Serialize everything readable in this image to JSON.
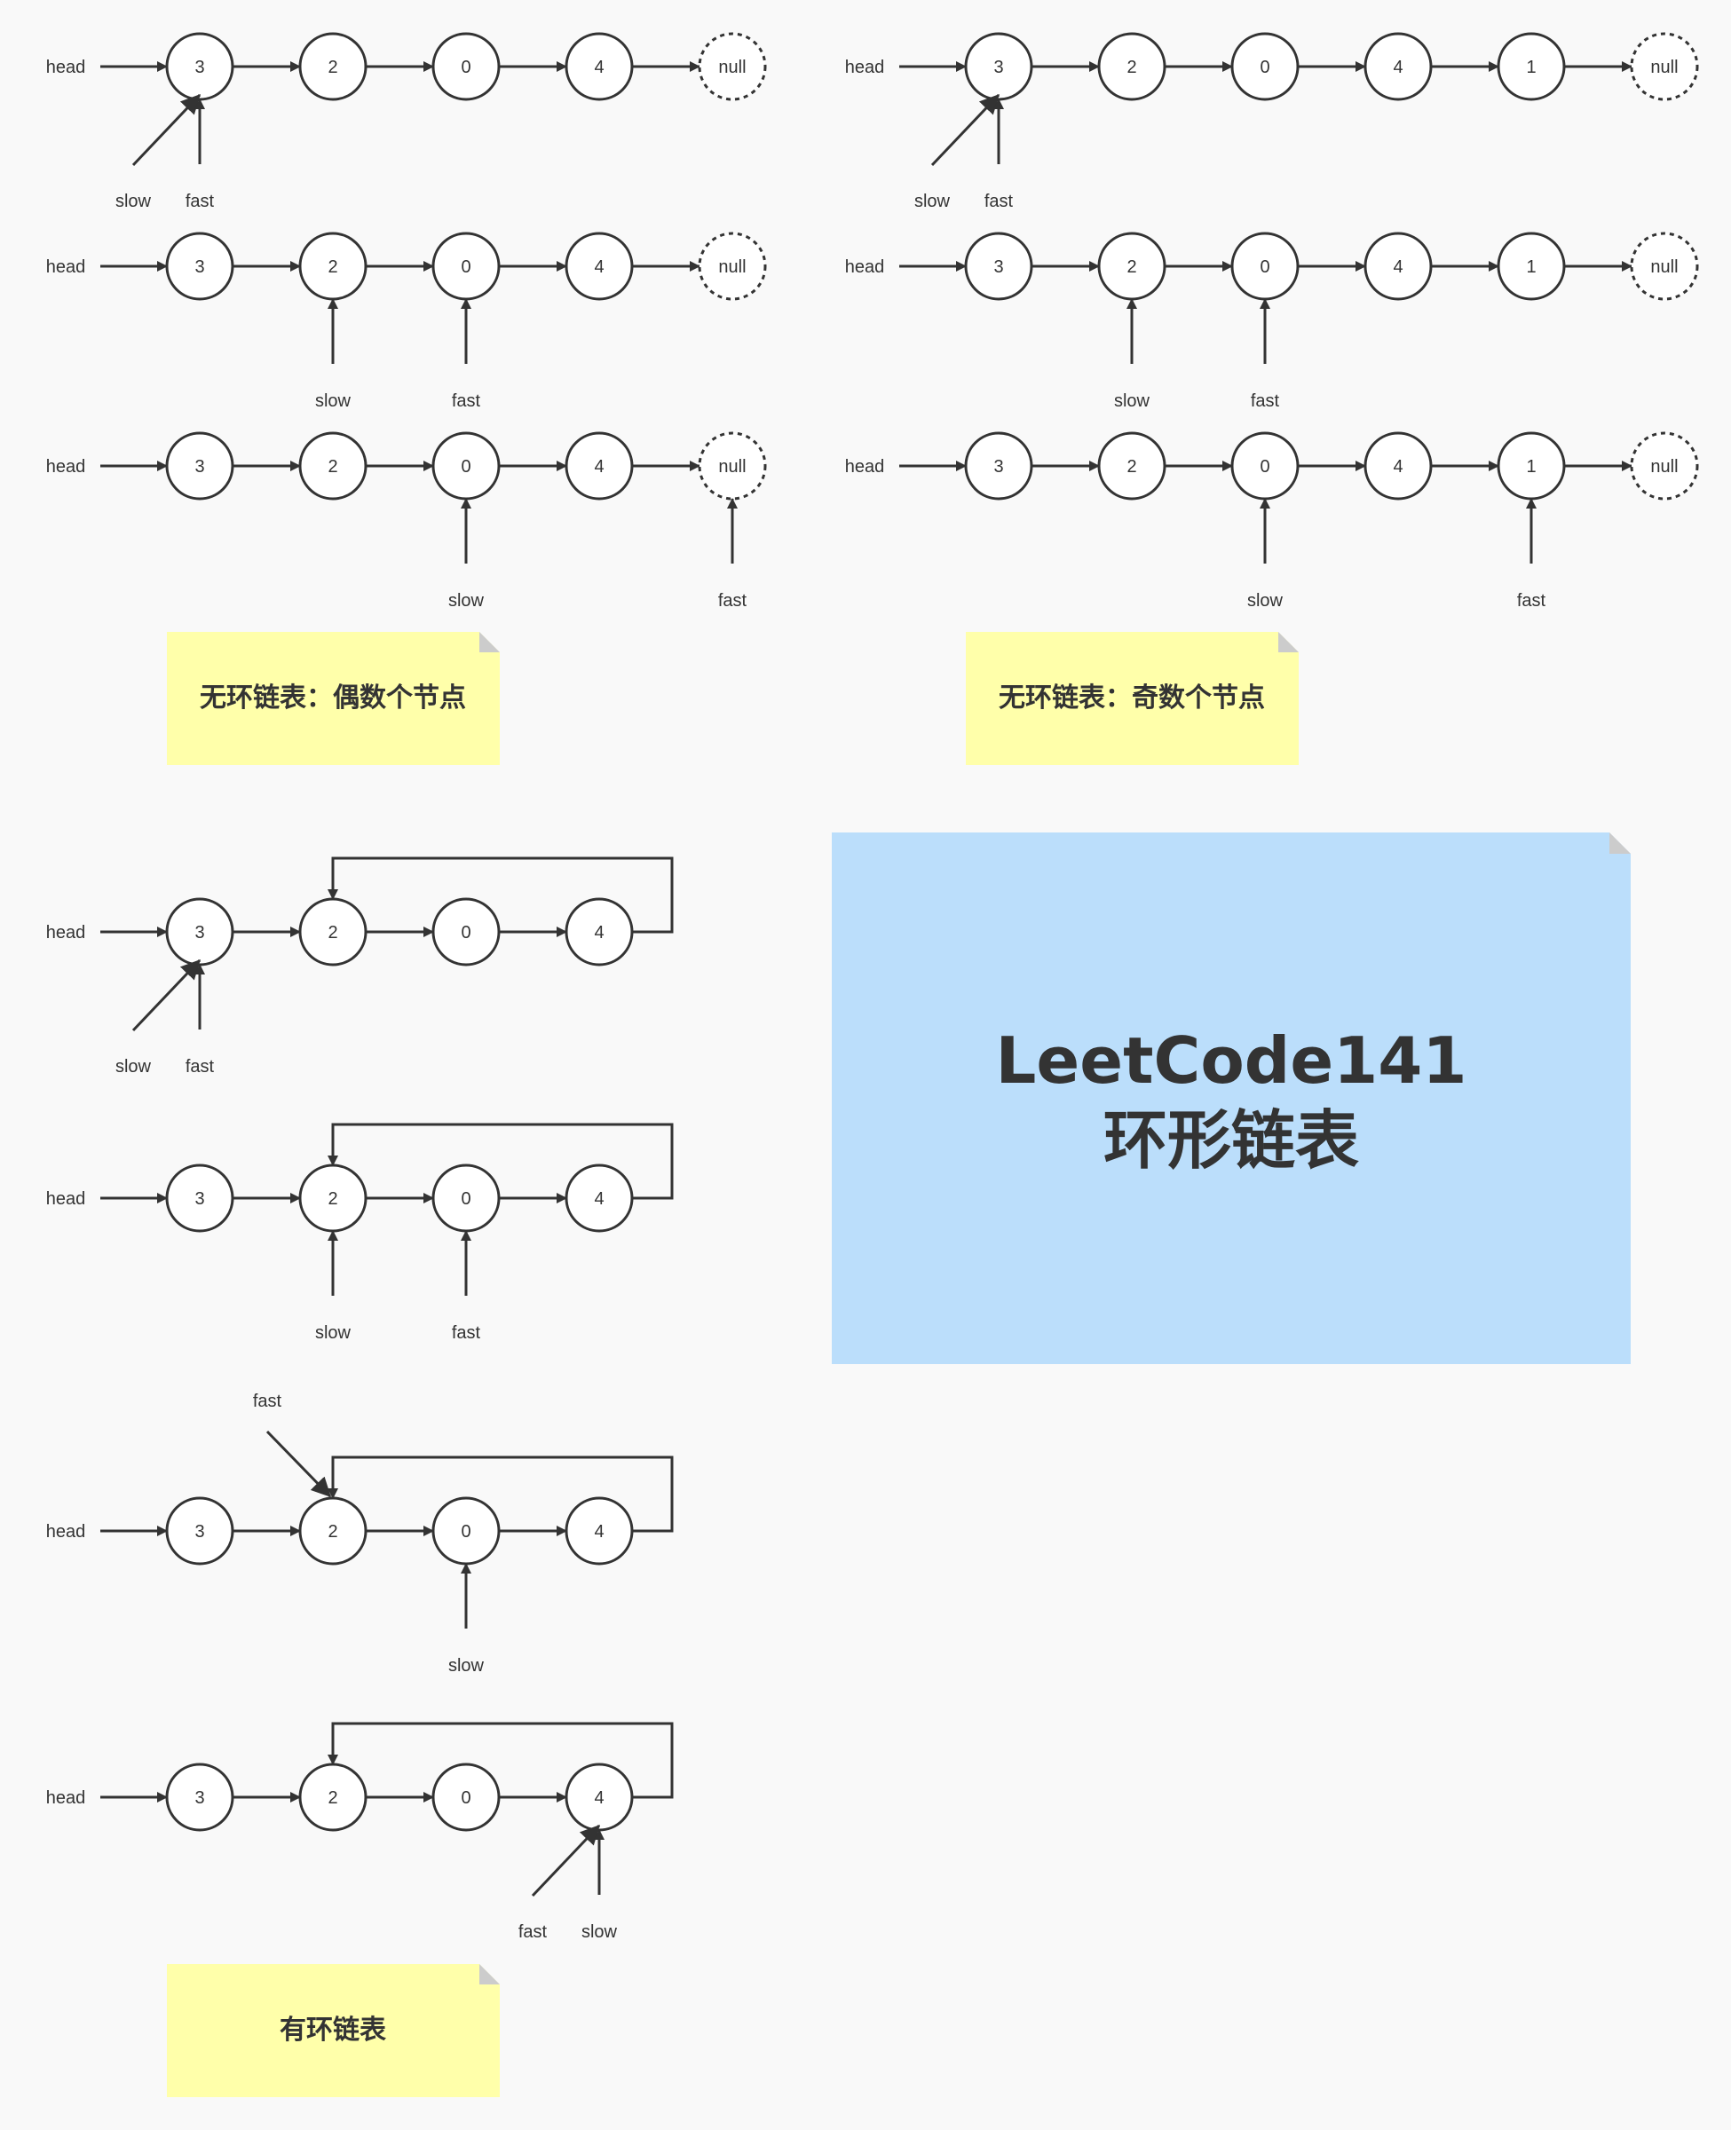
{
  "labels": {
    "head": "head",
    "slow": "slow",
    "fast": "fast",
    "null": "null"
  },
  "colors": {
    "background": "#f9f9f9",
    "stroke": "#333333",
    "node_fill": "#ffffff",
    "note_yellow": "#ffffaa",
    "note_blue": "#bbdefb",
    "note_fold": "#cccccc"
  },
  "notes": {
    "even": "无环链表：偶数个节点",
    "odd": "无环链表：奇数个节点",
    "cycle": "有环链表",
    "title_line1": "LeetCode141",
    "title_line2": "环形链表"
  },
  "panels": [
    {
      "group": "even",
      "values": [
        "3",
        "2",
        "0",
        "4"
      ],
      "null_end": true,
      "cycle_to": null,
      "pointers": [
        {
          "name": "slow",
          "at": 0,
          "dir": "diag-left"
        },
        {
          "name": "fast",
          "at": 0,
          "dir": "up"
        }
      ]
    },
    {
      "group": "even",
      "values": [
        "3",
        "2",
        "0",
        "4"
      ],
      "null_end": true,
      "cycle_to": null,
      "pointers": [
        {
          "name": "slow",
          "at": 1,
          "dir": "up"
        },
        {
          "name": "fast",
          "at": 2,
          "dir": "up"
        }
      ]
    },
    {
      "group": "even",
      "values": [
        "3",
        "2",
        "0",
        "4"
      ],
      "null_end": true,
      "cycle_to": null,
      "pointers": [
        {
          "name": "slow",
          "at": 2,
          "dir": "up"
        },
        {
          "name": "fast",
          "at": 4,
          "dir": "up"
        }
      ]
    },
    {
      "group": "odd",
      "values": [
        "3",
        "2",
        "0",
        "4",
        "1"
      ],
      "null_end": true,
      "cycle_to": null,
      "pointers": [
        {
          "name": "slow",
          "at": 0,
          "dir": "diag-left"
        },
        {
          "name": "fast",
          "at": 0,
          "dir": "up"
        }
      ]
    },
    {
      "group": "odd",
      "values": [
        "3",
        "2",
        "0",
        "4",
        "1"
      ],
      "null_end": true,
      "cycle_to": null,
      "pointers": [
        {
          "name": "slow",
          "at": 1,
          "dir": "up"
        },
        {
          "name": "fast",
          "at": 2,
          "dir": "up"
        }
      ]
    },
    {
      "group": "odd",
      "values": [
        "3",
        "2",
        "0",
        "4",
        "1"
      ],
      "null_end": true,
      "cycle_to": null,
      "pointers": [
        {
          "name": "slow",
          "at": 2,
          "dir": "up"
        },
        {
          "name": "fast",
          "at": 4,
          "dir": "up"
        }
      ]
    },
    {
      "group": "cycle",
      "values": [
        "3",
        "2",
        "0",
        "4"
      ],
      "null_end": false,
      "cycle_to": 1,
      "pointers": [
        {
          "name": "slow",
          "at": 0,
          "dir": "diag-left"
        },
        {
          "name": "fast",
          "at": 0,
          "dir": "up"
        }
      ]
    },
    {
      "group": "cycle",
      "values": [
        "3",
        "2",
        "0",
        "4"
      ],
      "null_end": false,
      "cycle_to": 1,
      "pointers": [
        {
          "name": "slow",
          "at": 1,
          "dir": "up"
        },
        {
          "name": "fast",
          "at": 2,
          "dir": "up"
        }
      ]
    },
    {
      "group": "cycle",
      "values": [
        "3",
        "2",
        "0",
        "4"
      ],
      "null_end": false,
      "cycle_to": 1,
      "pointers": [
        {
          "name": "fast",
          "at": 1,
          "dir": "diag-top-left"
        },
        {
          "name": "slow",
          "at": 2,
          "dir": "up"
        }
      ]
    },
    {
      "group": "cycle",
      "values": [
        "3",
        "2",
        "0",
        "4"
      ],
      "null_end": false,
      "cycle_to": 1,
      "pointers": [
        {
          "name": "fast",
          "at": 3,
          "dir": "diag-left"
        },
        {
          "name": "slow",
          "at": 3,
          "dir": "up"
        }
      ]
    }
  ]
}
